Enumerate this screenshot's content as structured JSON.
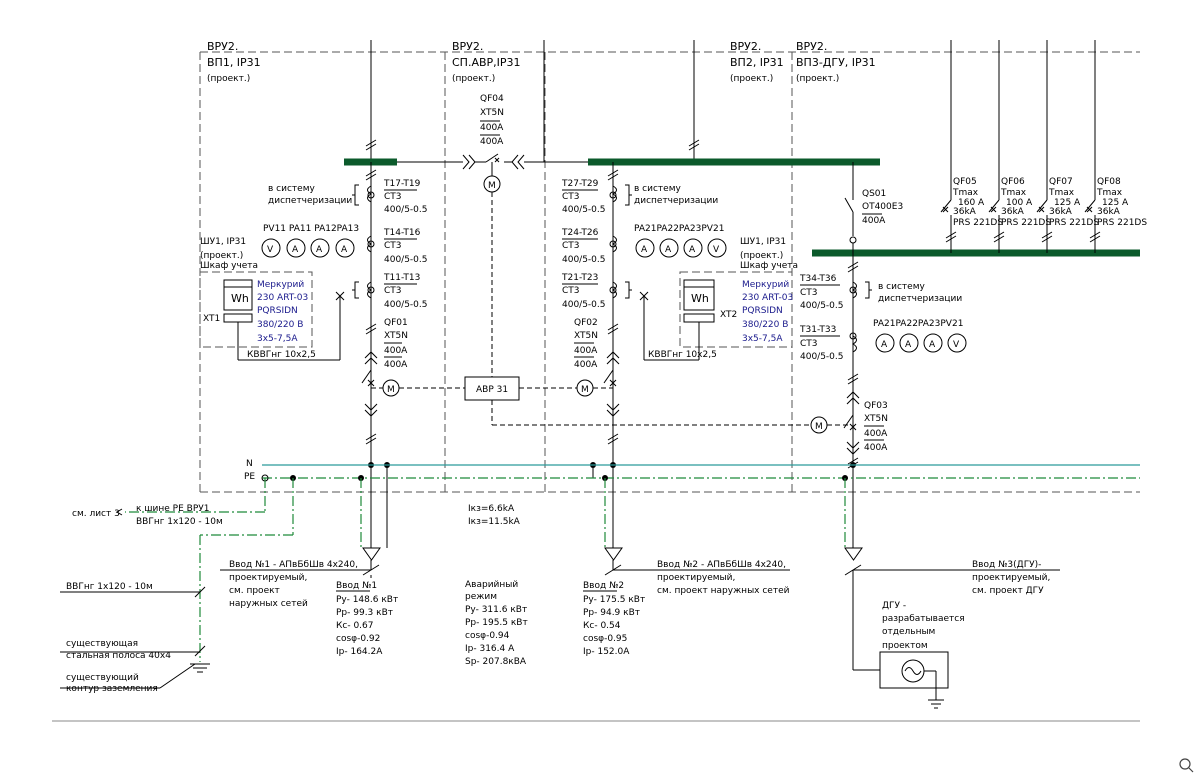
{
  "panels": {
    "vp1": {
      "l1": "ВРУ2.",
      "l2": "ВП1, IP31",
      "l3": "(проект.)"
    },
    "sp": {
      "l1": "ВРУ2.",
      "l2": "СП.АВР,IP31",
      "l3": "(проект.)"
    },
    "vp2": {
      "l1": "ВРУ2.",
      "l2": "ВП2, IP31",
      "l3": "(проект.)"
    },
    "vp3": {
      "l1": "ВРУ2.",
      "l2": "ВП3-ДГУ, IP31",
      "l3": "(проект.)"
    }
  },
  "qf04": {
    "name": "QF04",
    "type": "XT5N",
    "rating1": "400A",
    "rating2": "400A"
  },
  "section1": {
    "dispatch1": "в систему",
    "dispatch2": "диспетчеризации",
    "ct1": {
      "name": "T17-T19",
      "type": "CT3",
      "ratio": "400/5-0.5"
    },
    "ct2": {
      "name": "T14-T16",
      "type": "CT3",
      "ratio": "400/5-0.5"
    },
    "ct3": {
      "name": "T11-T13",
      "type": "CT3",
      "ratio": "400/5-0.5"
    },
    "meters_label": "PV11 PA11 PA12PA13",
    "meters": [
      "V",
      "A",
      "A",
      "A"
    ],
    "cabinet1": "ШУ1, IP31",
    "cabinet2": "(проект.)",
    "cabinet3": "Шкаф учета",
    "meter_name1": "Меркурий",
    "meter_name2": "230 ART-03",
    "meter_name3": "PQRSIDN",
    "meter_name4": "380/220 В",
    "meter_name5": "3х5-7,5А",
    "wh": "Wh",
    "xt": "XT1",
    "cable": "КВВГнг 10х2,5",
    "qf": {
      "name": "QF01",
      "type": "XT5N",
      "rating1": "400A",
      "rating2": "400A"
    }
  },
  "section2": {
    "dispatch1": "в систему",
    "dispatch2": "диспетчеризации",
    "ct1": {
      "name": "T27-T29",
      "type": "CT3",
      "ratio": "400/5-0.5"
    },
    "ct2": {
      "name": "T24-T26",
      "type": "CT3",
      "ratio": "400/5-0.5"
    },
    "ct3": {
      "name": "T21-T23",
      "type": "CT3",
      "ratio": "400/5-0.5"
    },
    "meters_label": "PA21PA22PA23PV21",
    "meters": [
      "A",
      "A",
      "A",
      "V"
    ],
    "cabinet1": "ШУ1, IP31",
    "cabinet2": "(проект.)",
    "cabinet3": "Шкаф учета",
    "meter_name1": "Меркурий",
    "meter_name2": "230 ART-03",
    "meter_name3": "PQRSIDN",
    "meter_name4": "380/220 В",
    "meter_name5": "3х5-7,5А",
    "wh": "Wh",
    "xt": "XT2",
    "cable": "КВВГнг 10х2,5",
    "qf": {
      "name": "QF02",
      "type": "XT5N",
      "rating1": "400A",
      "rating2": "400A"
    }
  },
  "section3": {
    "qs": {
      "name": "QS01",
      "type": "OT400E3",
      "rating": "400A"
    },
    "dispatch1": "в систему",
    "dispatch2": "диспетчеризации",
    "ct1": {
      "name": "T34-T36",
      "type": "CT3",
      "ratio": "400/5-0.5"
    },
    "ct2": {
      "name": "T31-T33",
      "type": "CT3",
      "ratio": "400/5-0.5"
    },
    "meters_label": "PA21PA22PA23PV21",
    "meters": [
      "A",
      "A",
      "A",
      "V"
    ],
    "qf": {
      "name": "QF03",
      "type": "XT5N",
      "rating1": "400A",
      "rating2": "400A"
    }
  },
  "feeders": [
    {
      "name": "QF05",
      "type": "Tmax",
      "rating": "160 A",
      "icu": "36kA",
      "rel": "PRS 221DS"
    },
    {
      "name": "QF06",
      "type": "Tmax",
      "rating": "100 A",
      "icu": "36kA",
      "rel": "PRS 221DS"
    },
    {
      "name": "QF07",
      "type": "Tmax",
      "rating": "125 A",
      "icu": "36kA",
      "rel": "PRS 221DS"
    },
    {
      "name": "QF08",
      "type": "Tmax",
      "rating": "125 A",
      "icu": "36kA",
      "rel": "PRS 221DS"
    }
  ],
  "avr": "АВР 31",
  "bus_labels": {
    "n": "N",
    "pe": "PE"
  },
  "ground": {
    "sheet": "см. лист 3",
    "to_bus": "к шине PE ВРУ1",
    "cable1": "ВВГнг 1х120 - 10м",
    "cable2": "ВВГнг 1х120 - 10м",
    "strip1": "существующая",
    "strip2": "стальная полоса 40х4",
    "loop1": "существующий",
    "loop2": "контур заземления"
  },
  "short_circuit": {
    "ik3": "Iкз=6.6kA",
    "ik1": "Iкз=11.5kA"
  },
  "input1": {
    "l1": "Ввод №1 - АПвБбШв 4х240,",
    "l2": "проектируемый,",
    "l3": "см. проект",
    "l4": "наружных сетей",
    "title": "Ввод №1",
    "py": "Py-   148.6 кВт",
    "pp": "Pp-   99.3 кВт",
    "kc": "Кс-   0.67",
    "cos": "cosφ-0.92",
    "ip": "Ip-    164.2A"
  },
  "emergency": {
    "l1": "Аварийный",
    "l2": "режим",
    "py": "Py-  311.6 кВт",
    "pp": "Pp-  195.5 кВт",
    "cos": "cosφ-0.94",
    "ip": "Ip-   316.4 A",
    "sp": "Sp-   207.8кВА"
  },
  "input2": {
    "l1": "Ввод №2 - АПвБбШв 4х240,",
    "l2": "проектируемый,",
    "l3": "см. проект наружных сетей",
    "title": "Ввод №2",
    "py": "Py-   175.5 кВт",
    "pp": "Pp-   94.9 кВт",
    "kc": "Кс-   0.54",
    "cos": "cosφ-0.95",
    "ip": "Ip-    152.0A"
  },
  "input3": {
    "l1": "Ввод №3(ДГУ)-",
    "l2": "проектируемый,",
    "l3": "см. проект ДГУ"
  },
  "dgu": {
    "l1": "ДГУ -",
    "l2": "разрабатывается",
    "l3": "отдельным",
    "l4": "проектом"
  },
  "corner_icon": "magnifier-icon"
}
